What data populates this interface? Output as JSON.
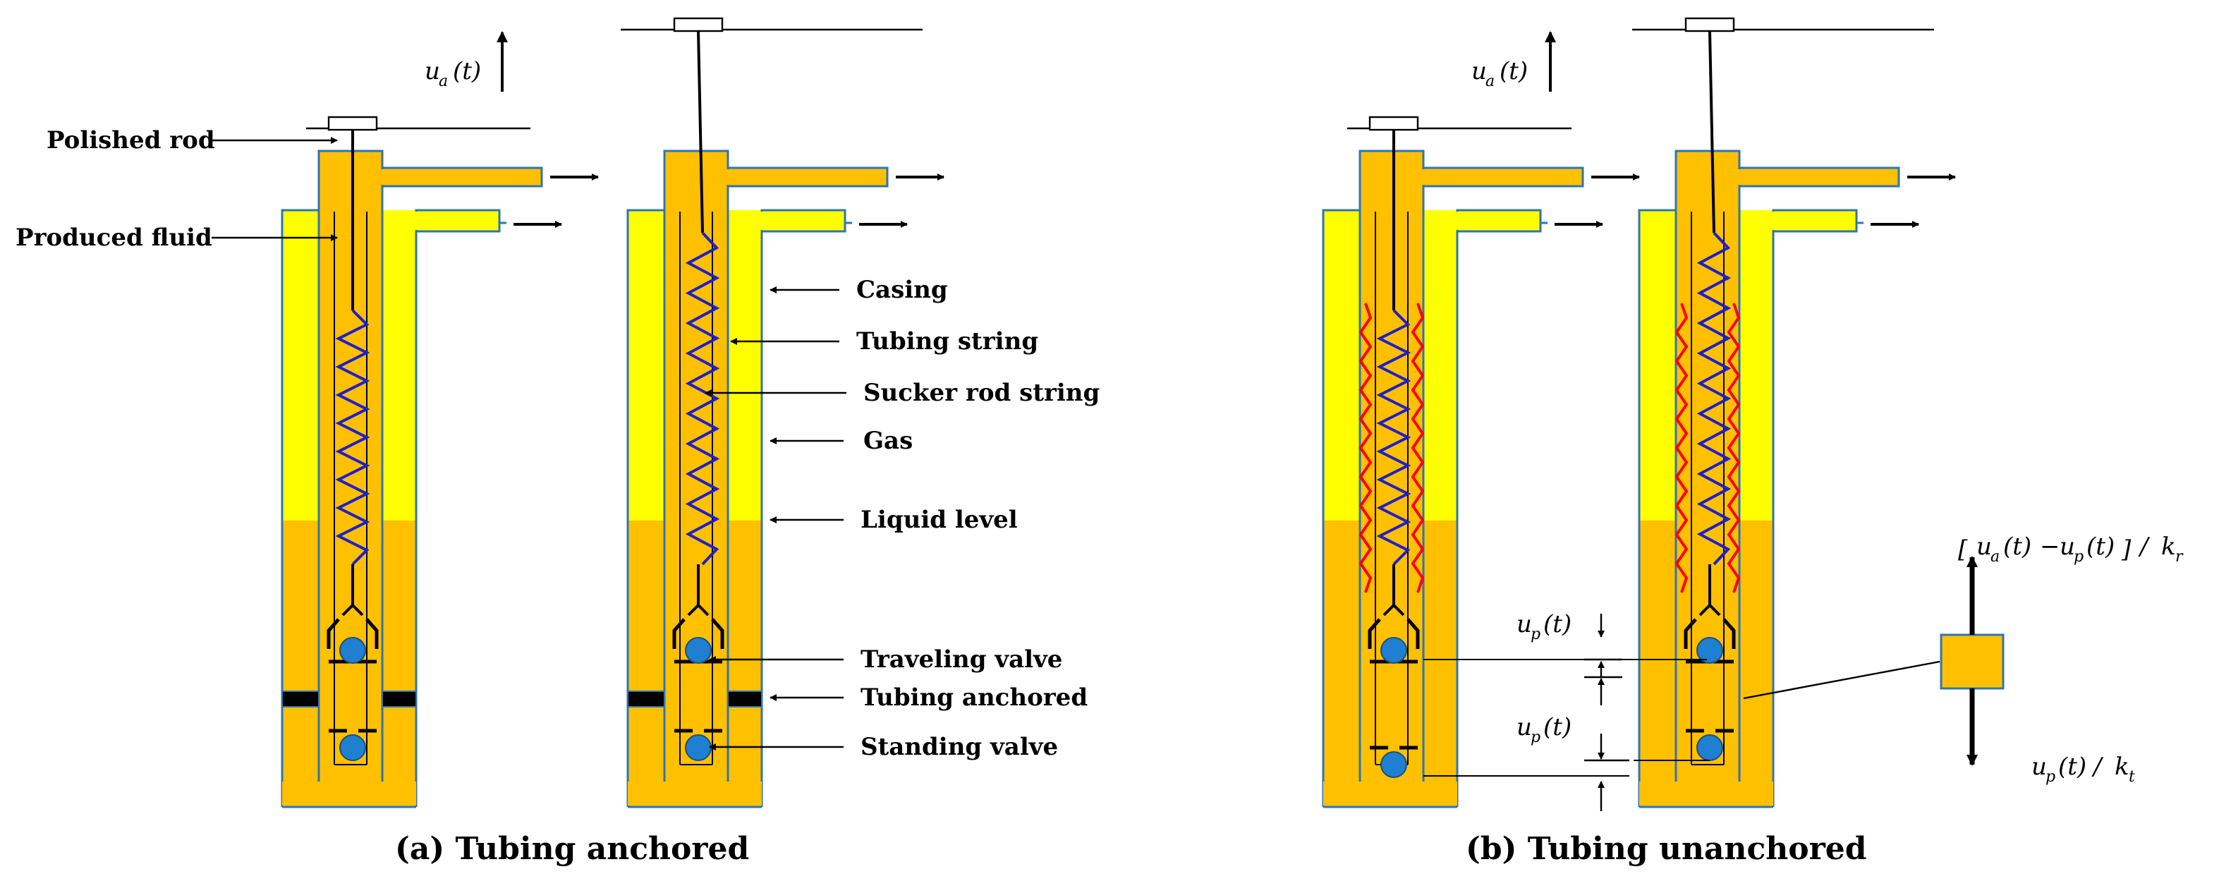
{
  "colors": {
    "fluid": "#FFC000",
    "gas": "#FFFF00",
    "outline": "#2E75B6",
    "spring": "#1F1FCC",
    "stretch": "#FF0000",
    "ball": "#1F7FD1",
    "anchor": "#000000"
  },
  "labels": {
    "polished_rod": "Polished rod",
    "produced_fluid": "Produced fluid",
    "casing": "Casing",
    "tubing_string": "Tubing string",
    "sucker_rod_string": "Sucker rod string",
    "gas": "Gas",
    "liquid_level": "Liquid level",
    "traveling_valve": "Traveling valve",
    "tubing_anchored": "Tubing anchored",
    "standing_valve": "Standing valve"
  },
  "captions": {
    "a": "(a) Tubing anchored",
    "b": "(b) Tubing unanchored"
  },
  "math": {
    "ua": {
      "sym": "u",
      "sub": "a",
      "arg": "(t)"
    },
    "up": {
      "sym": "u",
      "sub": "p",
      "arg": "(t)"
    },
    "force_up": {
      "open": "[",
      "a_sym": "u",
      "a_sub": "a",
      "a_arg": "(t)",
      "minus": "−",
      "p_sym": "u",
      "p_sub": "p",
      "p_arg": "(t)",
      "close": "]",
      "div": "/",
      "k_sym": "k",
      "k_sub": "r"
    },
    "force_down": {
      "p_sym": "u",
      "p_sub": "p",
      "p_arg": "(t)",
      "div": "/",
      "k_sym": "k",
      "k_sub": "t"
    }
  }
}
